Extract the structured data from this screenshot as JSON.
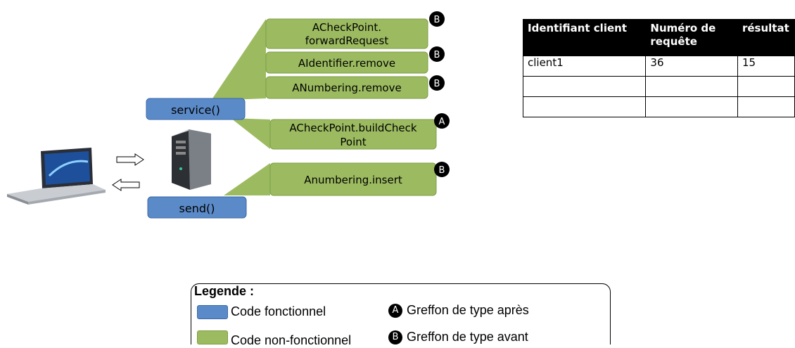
{
  "colors": {
    "functional": "#5b8ac8",
    "non_functional": "#9cbb61",
    "badge": "#000000"
  },
  "service_label": "service()",
  "send_label": "send()",
  "boxes": [
    {
      "text": "ACheckPoint.\nforwardRequest",
      "badge": "B"
    },
    {
      "text": "AIdentifier.remove",
      "badge": "B"
    },
    {
      "text": "ANumbering.remove",
      "badge": "B"
    },
    {
      "text": "ACheckPoint.buildCheck\nPoint",
      "badge": "A"
    },
    {
      "text": "Anumbering.insert",
      "badge": "B"
    }
  ],
  "table": {
    "headers": [
      "Identifiant client",
      "Numéro de requête",
      "résultat"
    ],
    "rows": [
      [
        "client1",
        "36",
        "15"
      ],
      [
        "",
        "",
        ""
      ],
      [
        "",
        "",
        ""
      ]
    ]
  },
  "legend": {
    "title": "Legende :",
    "functional": "Code fonctionnel",
    "non_functional": "Code non-fonctionnel",
    "badge_a_letter": "A",
    "badge_a_text": "Greffon de type après",
    "badge_b_letter": "B",
    "badge_b_text": "Greffon de type avant"
  }
}
